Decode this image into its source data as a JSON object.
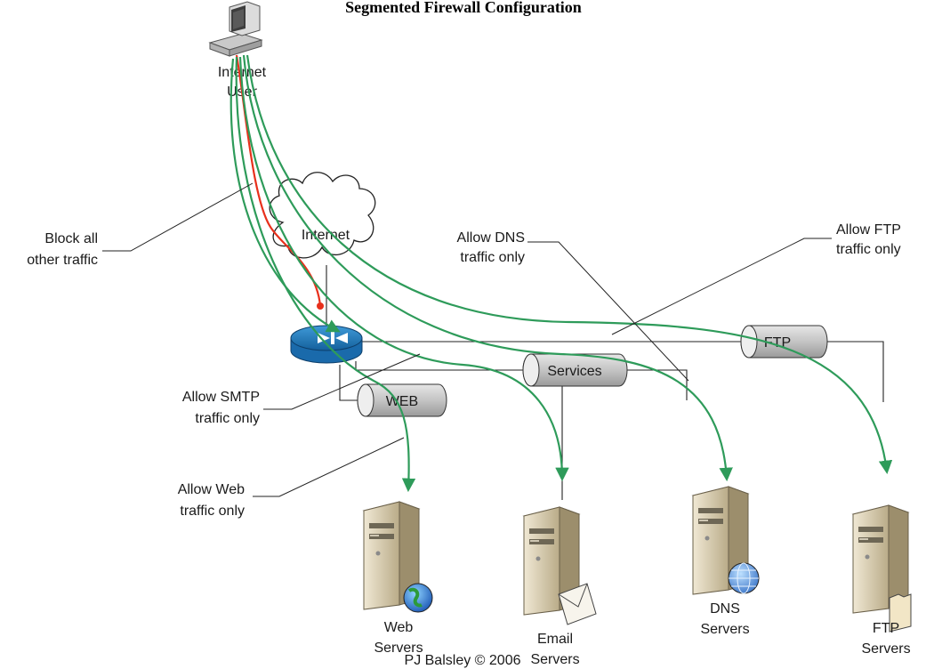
{
  "title": "Segmented Firewall Configuration",
  "nodes": {
    "internet_user": [
      "Internet",
      "User"
    ],
    "internet_cloud": "Internet",
    "web_servers": [
      "Web",
      "Servers"
    ],
    "email_servers": [
      "Email",
      "Servers"
    ],
    "dns_servers": [
      "DNS",
      "Servers"
    ],
    "ftp_servers": [
      "FTP",
      "Servers"
    ]
  },
  "pipes": {
    "web": "WEB",
    "services": "Services",
    "ftp": "FTP"
  },
  "callouts": {
    "block_all": [
      "Block all",
      "other traffic"
    ],
    "allow_dns": [
      "Allow DNS",
      "traffic only"
    ],
    "allow_ftp": [
      "Allow FTP",
      "traffic only"
    ],
    "allow_smtp": [
      "Allow SMTP",
      "traffic only"
    ],
    "allow_web": [
      "Allow Web",
      "traffic only"
    ]
  },
  "footer": "PJ Balsley © 2006",
  "colors": {
    "allowed_path": "#2e9b5a",
    "blocked_path": "#e8301c",
    "router": "#1f7ec4",
    "pipe": "#c8c8c8",
    "server": "#d8ccb0"
  }
}
